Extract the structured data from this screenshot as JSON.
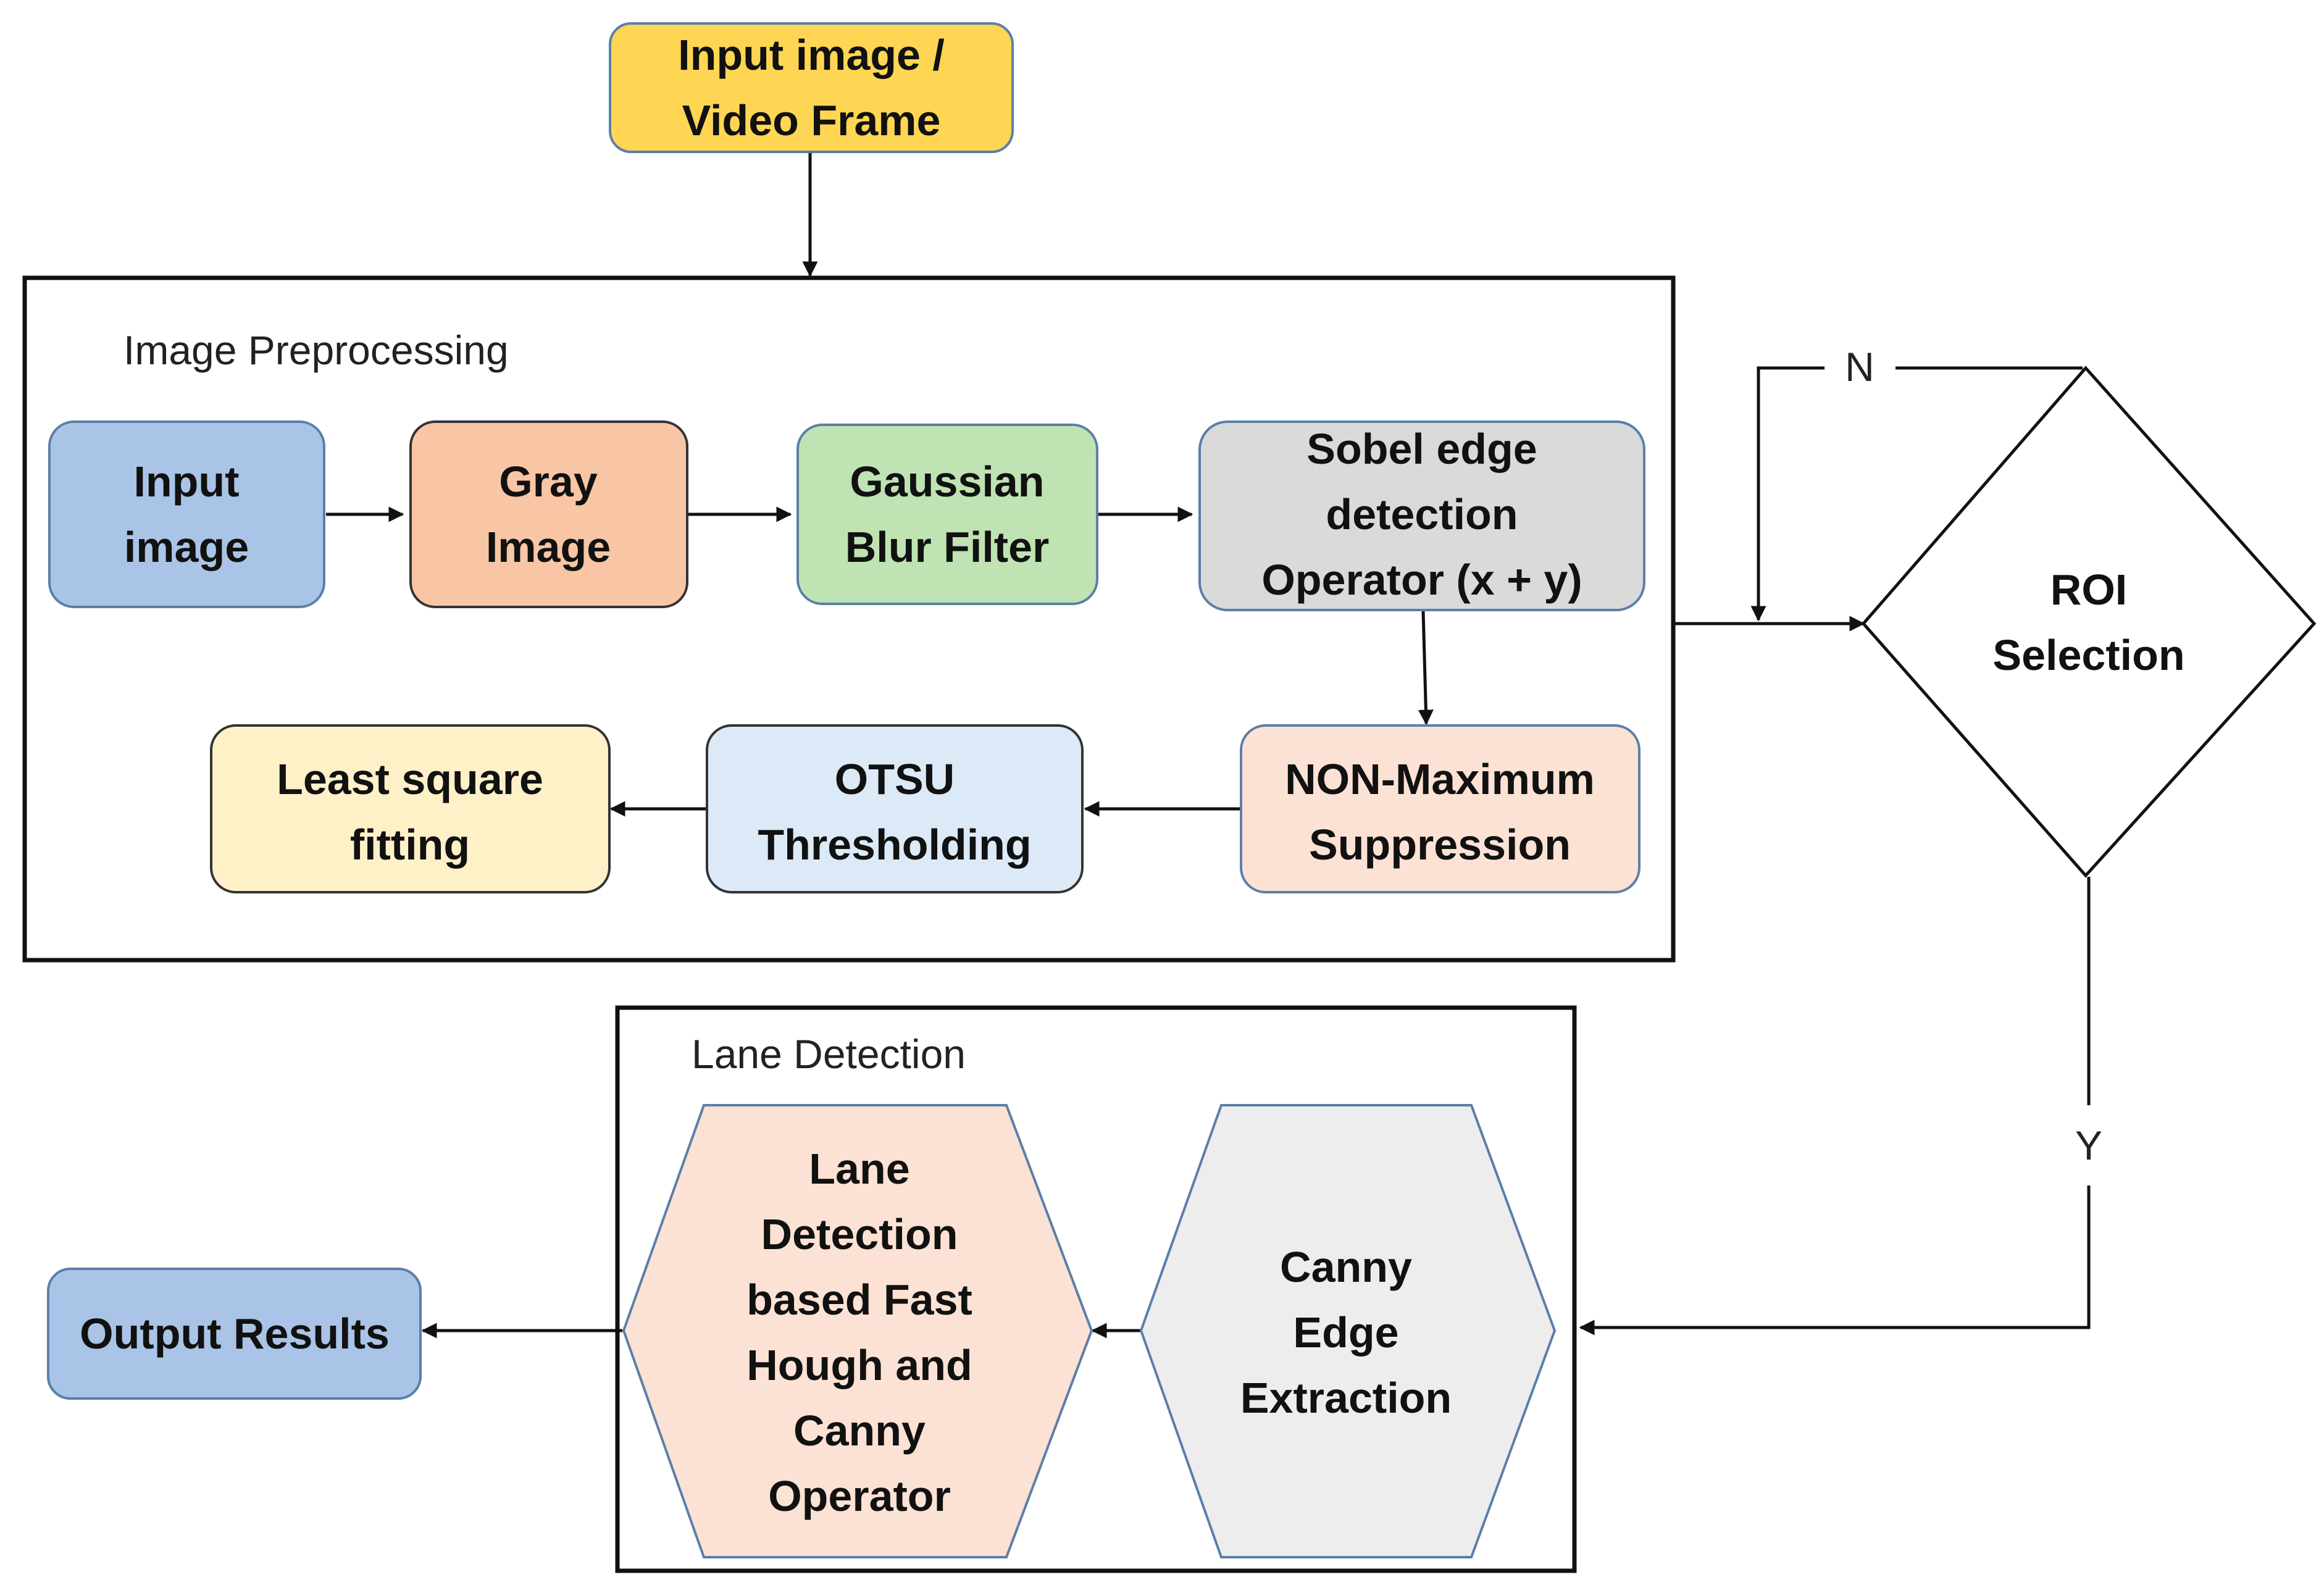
{
  "diagram": {
    "groups": {
      "preprocessing": {
        "label": "Image Preprocessing"
      },
      "lane_detection": {
        "label": "Lane Detection"
      }
    },
    "nodes": {
      "input_frame": {
        "lines": [
          "Input image /",
          "Video Frame"
        ],
        "fill": "#FFD653",
        "stroke": "#5B7FA8"
      },
      "input_image": {
        "lines": [
          "Input",
          "image"
        ],
        "fill": "#A9C4E6",
        "stroke": "#5B7FA8"
      },
      "gray_image": {
        "lines": [
          "Gray",
          "Image"
        ],
        "fill": "#F8C6A4",
        "stroke": "#333333"
      },
      "gaussian": {
        "lines": [
          "Gaussian",
          "Blur Filter"
        ],
        "fill": "#BFE3B2",
        "stroke": "#5B7FA8"
      },
      "sobel": {
        "lines": [
          "Sobel edge",
          "detection",
          "Operator (x + y)"
        ],
        "fill": "#DADADA",
        "stroke": "#5B7FA8"
      },
      "nms": {
        "lines": [
          "NON-Maximum",
          "Suppression"
        ],
        "fill": "#FCE2D4",
        "stroke": "#5B7FA8"
      },
      "otsu": {
        "lines": [
          "OTSU",
          "Thresholding"
        ],
        "fill": "#DCEAF7",
        "stroke": "#333333"
      },
      "least_square": {
        "lines": [
          "Least square",
          "fitting"
        ],
        "fill": "#FEF1C8",
        "stroke": "#333333"
      },
      "roi": {
        "lines": [
          "ROI",
          "Selection"
        ],
        "fill": "#FFFFFF",
        "stroke": "#111111"
      },
      "canny": {
        "lines": [
          "Canny",
          "Edge",
          "Extraction"
        ],
        "fill": "#EDEDED",
        "stroke": "#5B7FA8"
      },
      "lane_hough": {
        "lines": [
          "Lane",
          "Detection",
          "based Fast",
          "Hough and",
          "Canny",
          "Operator"
        ],
        "fill": "#FCE2D4",
        "stroke": "#5B7FA8"
      },
      "output": {
        "lines": [
          "Output Results"
        ],
        "fill": "#A9C4E6",
        "stroke": "#5B7FA8"
      }
    },
    "edges": {
      "no_label": "N",
      "yes_label": "Y"
    }
  }
}
